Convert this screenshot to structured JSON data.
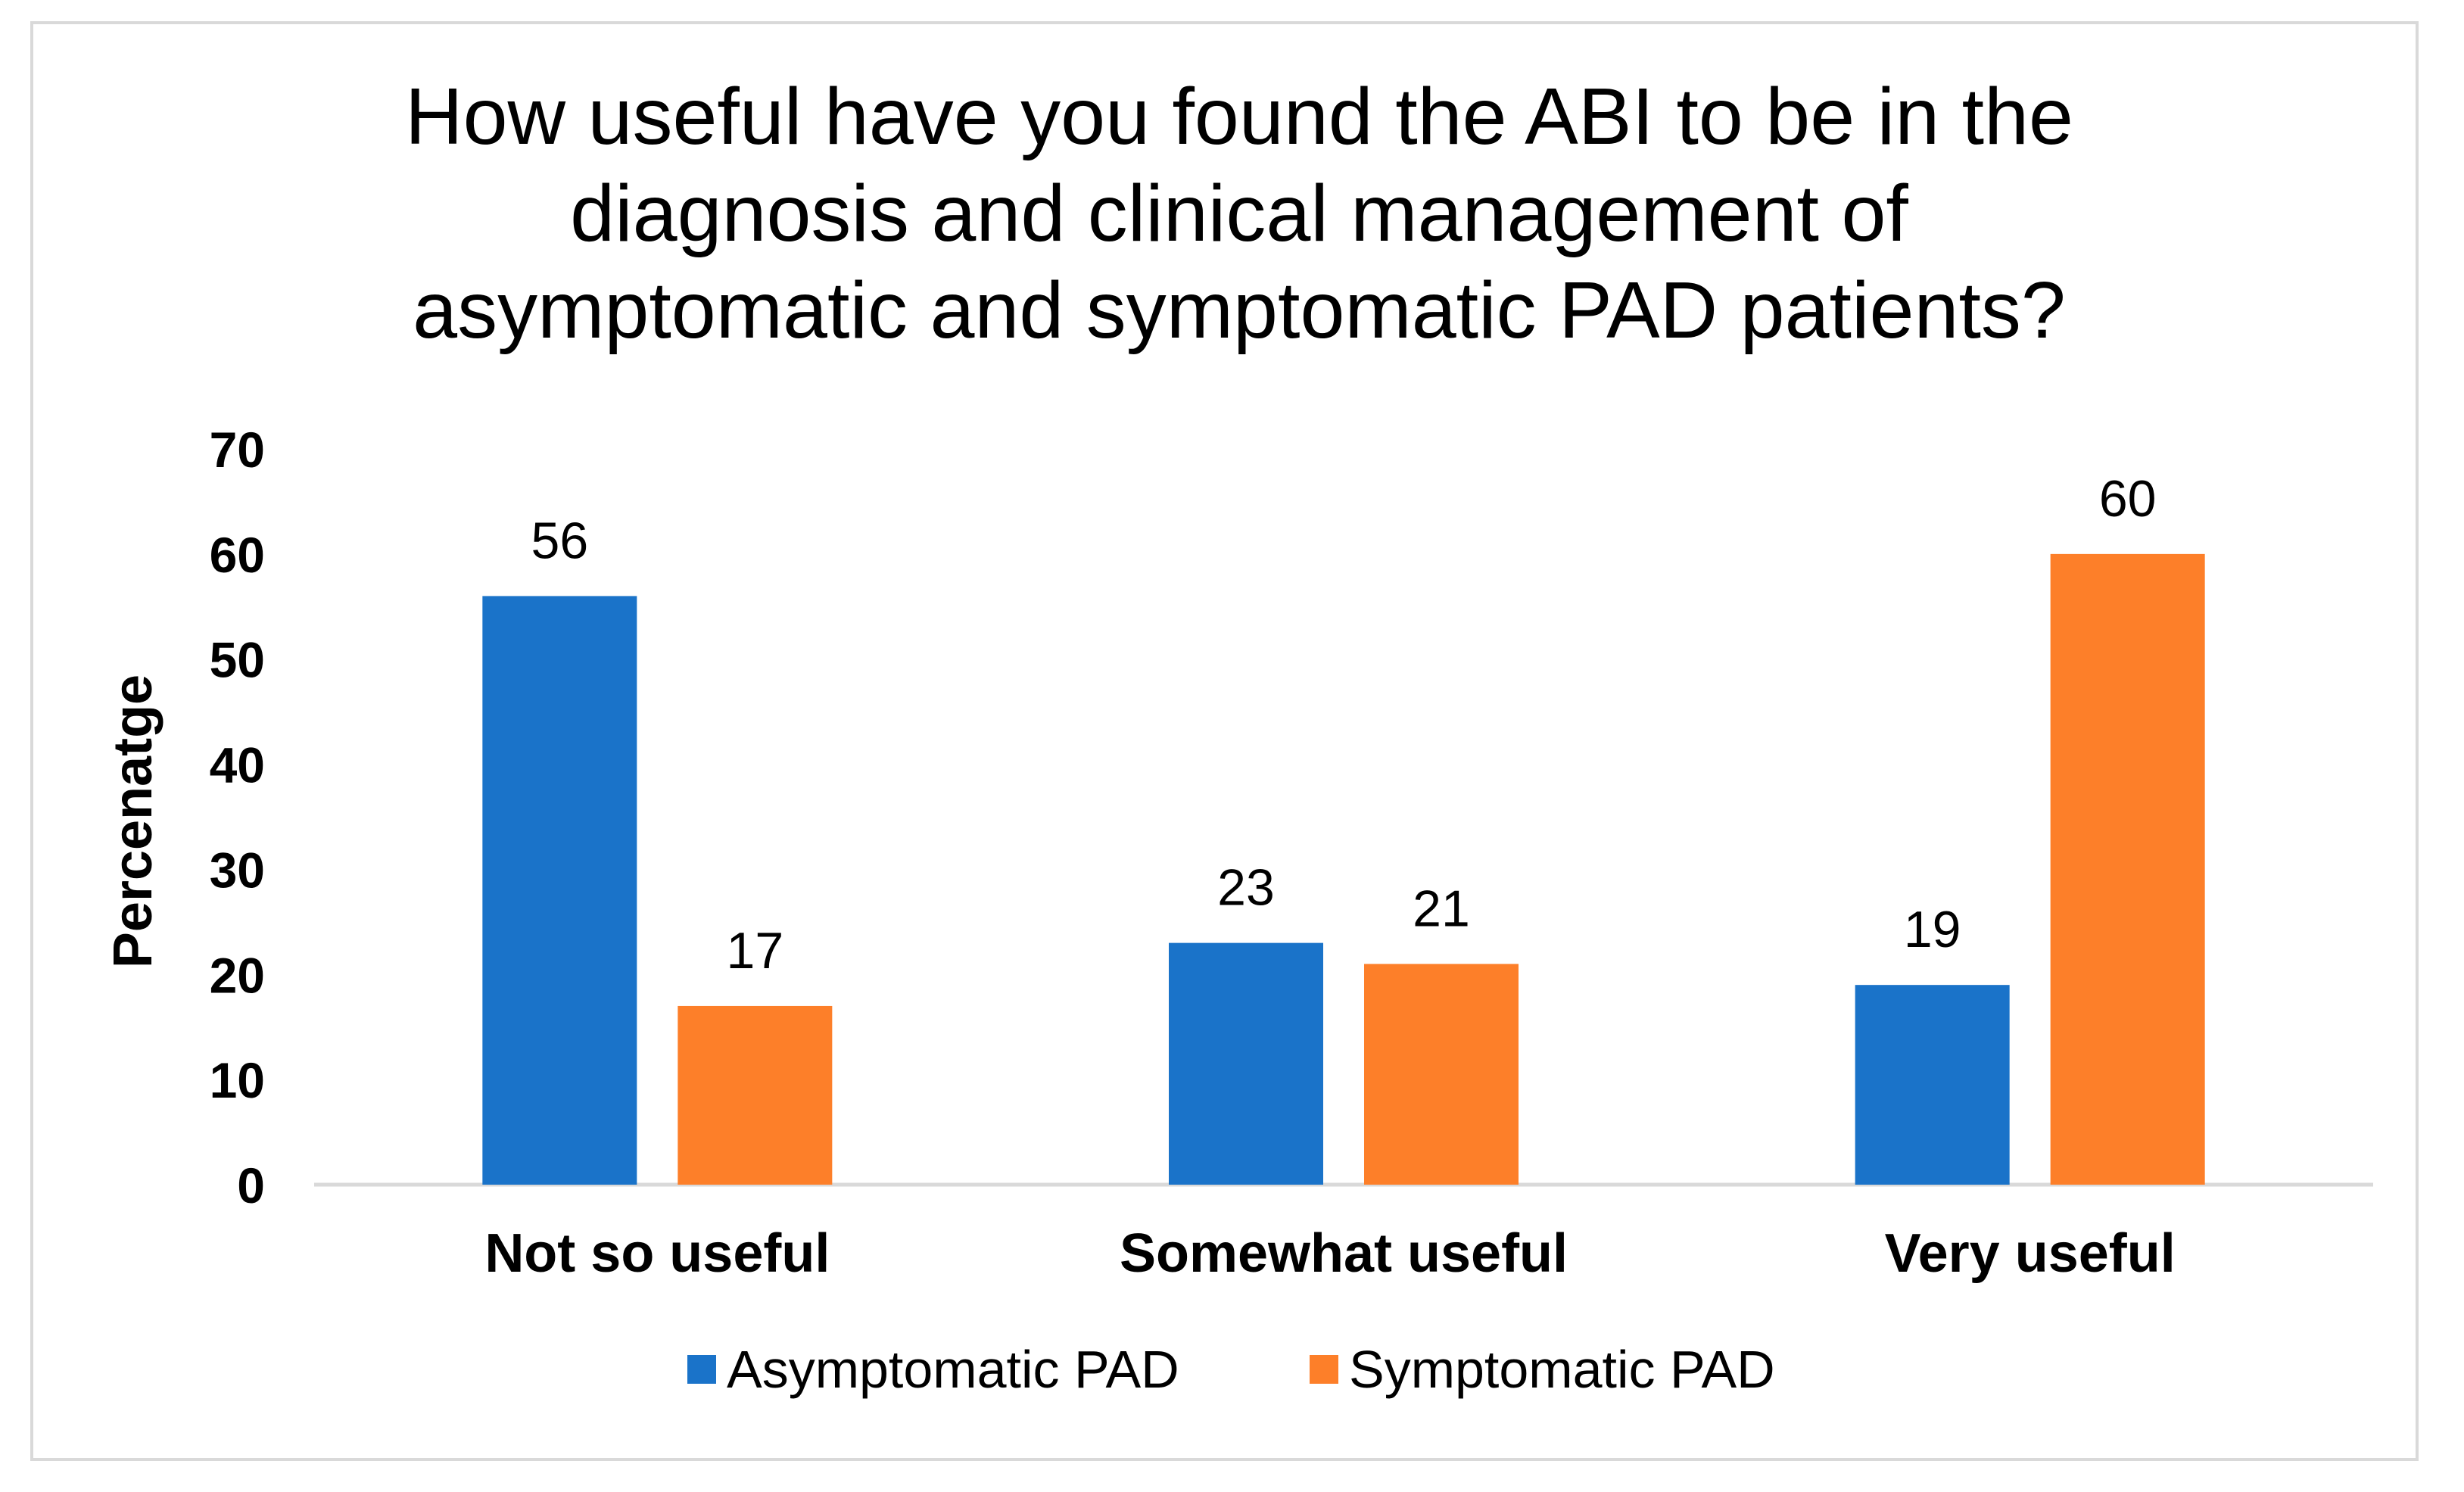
{
  "chart_data": {
    "type": "bar",
    "title_lines": [
      "How useful have you found the ABI to be in the",
      "diagnosis and clinical management of",
      "asymptomatic and symptomatic PAD patients?"
    ],
    "xlabel": "",
    "ylabel": "Percenatge",
    "categories": [
      "Not so useful",
      "Somewhat useful",
      "Very useful"
    ],
    "series": [
      {
        "name": "Asymptomatic PAD",
        "values": [
          56,
          23,
          19
        ],
        "color": "#1a73c9"
      },
      {
        "name": "Symptomatic PAD",
        "values": [
          17,
          21,
          60
        ],
        "color": "#fd7f29"
      }
    ],
    "ylim": [
      0,
      70
    ],
    "yticks": [
      "0",
      "10",
      "20",
      "30",
      "40",
      "50",
      "60",
      "70"
    ],
    "grid": false,
    "legend_position": "bottom",
    "data_labels": true
  }
}
